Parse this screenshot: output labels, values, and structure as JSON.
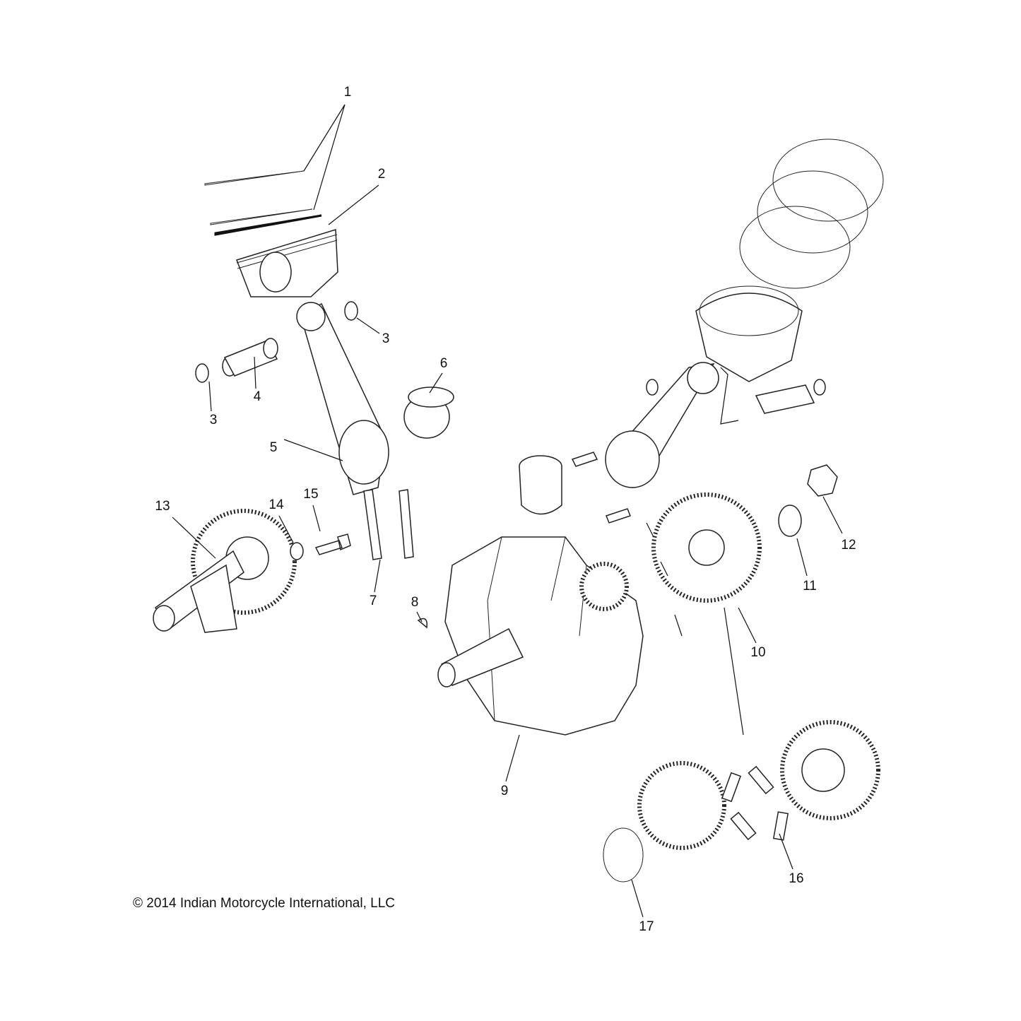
{
  "diagram": {
    "callouts": [
      "1",
      "2",
      "3",
      "3",
      "4",
      "5",
      "6",
      "7",
      "8",
      "9",
      "10",
      "11",
      "12",
      "13",
      "14",
      "15",
      "16",
      "17"
    ],
    "copyright": "2014 Indian Motorcycle International, LLC",
    "copyright_symbol": "©"
  }
}
